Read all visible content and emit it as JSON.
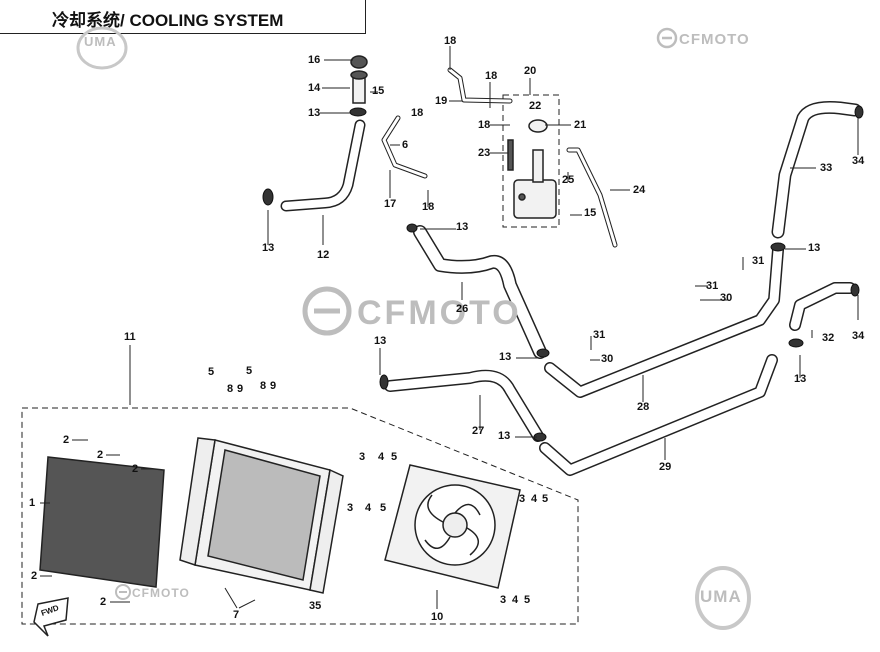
{
  "title": "冷却系统/ COOLING SYSTEM",
  "watermarks": {
    "uma": "UMA",
    "cfmoto": "CFMOTO"
  },
  "fwd_label": "FWD",
  "callouts": [
    "1",
    "2",
    "3",
    "4",
    "5",
    "6",
    "7",
    "8",
    "9",
    "10",
    "11",
    "12",
    "13",
    "14",
    "15",
    "16",
    "17",
    "18",
    "19",
    "20",
    "21",
    "22",
    "23",
    "24",
    "25",
    "26",
    "27",
    "28",
    "29",
    "30",
    "31",
    "32",
    "33",
    "34",
    "35"
  ],
  "colors": {
    "line": "#222222",
    "watermark": "#bdbdbd",
    "fill_dark": "#555555",
    "fill_light": "#f2f2f2"
  }
}
